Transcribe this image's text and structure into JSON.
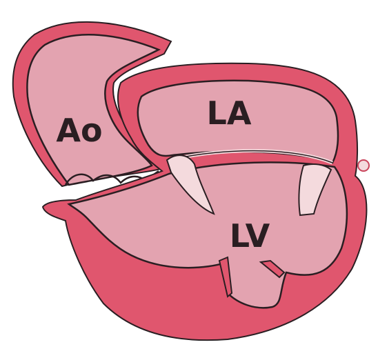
{
  "labels": {
    "aorta": "Ao",
    "left_atrium": "LA",
    "left_ventricle": "LV"
  },
  "colors": {
    "wall": "#e0566e",
    "wall_dark": "#c9445b",
    "chamber": "#e3a3b0",
    "chamber_light": "#eec3cb",
    "valve": "#f4dadd",
    "outline": "#2a1e22"
  }
}
